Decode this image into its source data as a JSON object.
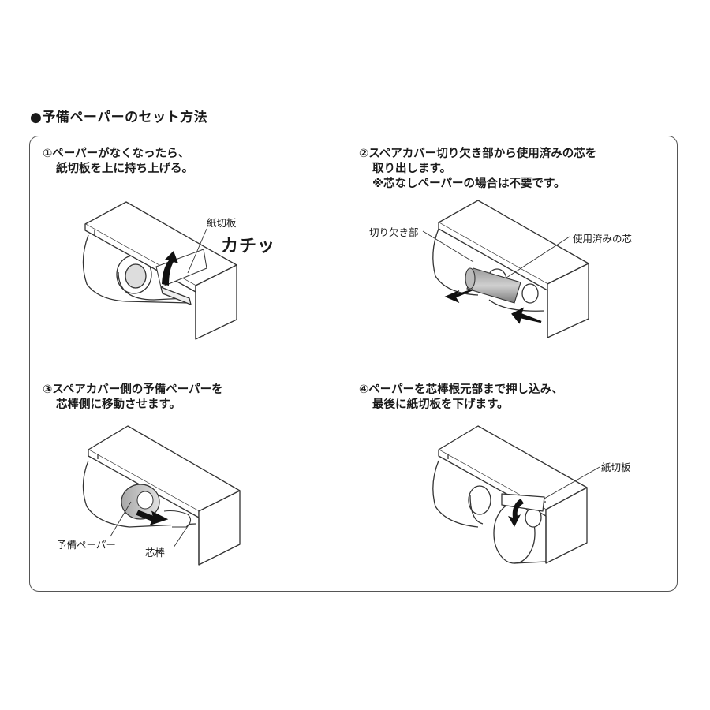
{
  "heading": "●予備ペーパーのセット方法",
  "steps": [
    {
      "line1": "①ペーパーがなくなったら、",
      "line2": "紙切板を上に持ち上げる。",
      "line3": ""
    },
    {
      "line1": "②スペアカバー切り欠き部から使用済みの芯を",
      "line2": "取り出します。",
      "line3": "※芯なしペーパーの場合は不要です。"
    },
    {
      "line1": "③スペアカバー側の予備ペーパーを",
      "line2": "芯棒側に移動させます。",
      "line3": ""
    },
    {
      "line1": "④ペーパーを芯棒根元部まで押し込み、",
      "line2": "最後に紙切板を下げます。",
      "line3": ""
    }
  ],
  "labels": {
    "paper_cutter_1": "紙切板",
    "click_sound": "カチッ",
    "notch": "切り欠き部",
    "used_core": "使用済みの芯",
    "spare_paper": "予備ペーパー",
    "core_rod": "芯棒",
    "paper_cutter_4": "紙切板"
  }
}
